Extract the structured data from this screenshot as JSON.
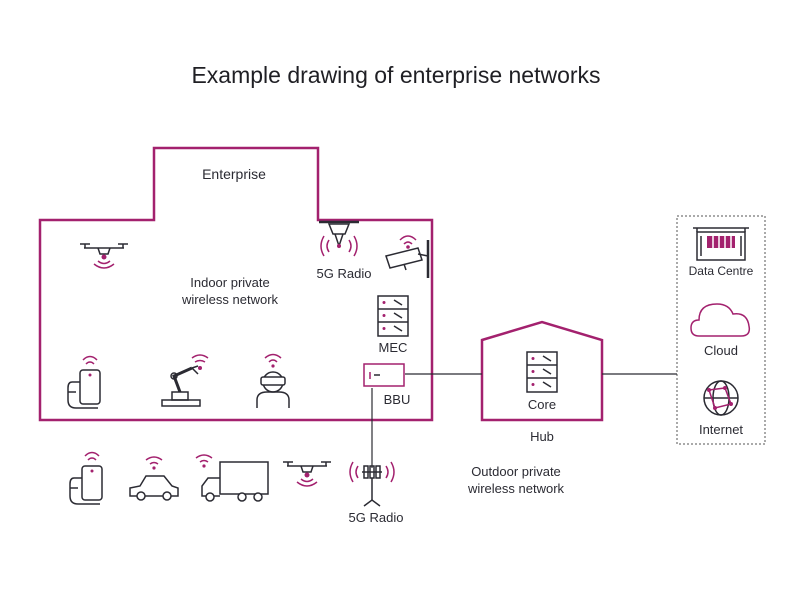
{
  "title": "Example drawing of enterprise networks",
  "labels": {
    "enterprise": "Enterprise",
    "indoor_line1": "Indoor private",
    "indoor_line2": "wireless network",
    "radio_indoor": "5G Radio",
    "mec": "MEC",
    "bbu": "BBU",
    "core": "Core",
    "hub": "Hub",
    "outdoor_line1": "Outdoor private",
    "outdoor_line2": "wireless network",
    "radio_outdoor": "5G Radio",
    "data_centre": "Data Centre",
    "cloud": "Cloud",
    "internet": "Internet"
  },
  "colors": {
    "accent": "#a3216e",
    "line": "#2b2b33",
    "text": "#2b2b33"
  },
  "icons": [
    "drone-icon",
    "radio-antenna-icon",
    "security-camera-icon",
    "server-icon",
    "bbu-unit-icon",
    "phone-hand-icon",
    "robot-arm-icon",
    "vr-headset-person-icon",
    "car-icon",
    "truck-icon",
    "data-centre-icon",
    "cloud-icon",
    "globe-icon"
  ]
}
